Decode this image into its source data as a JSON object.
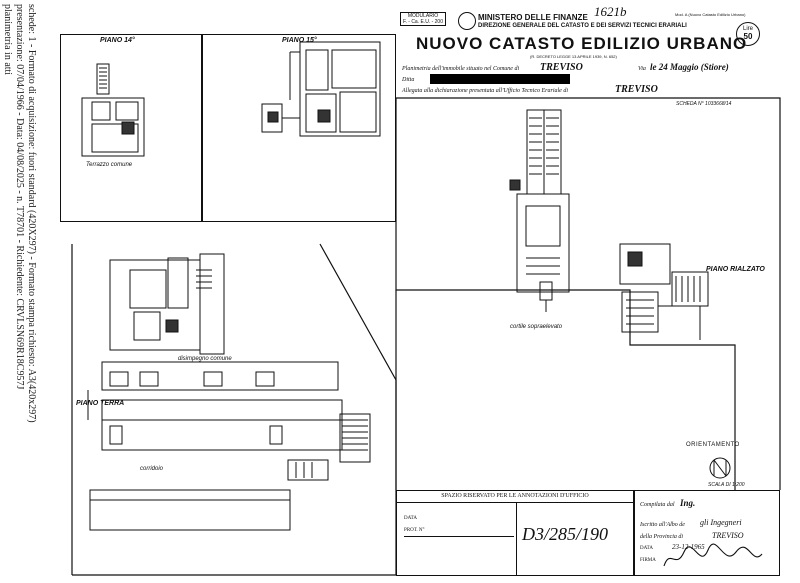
{
  "side_text": {
    "line1": "planimetria in atti",
    "line2": "presentazione: 07/04/1966 - Data: 04/08/2025 - n. T78701 - Richiedente: CRVLSN69R18C957J",
    "line3": "schede: 1 - Formato di acquisizione: fuori standard (420X297) - Formato stampa richiesto: A3(420x297)"
  },
  "header": {
    "stamp_top": "MODULARIO",
    "stamp_code": "F. - Ca. E.U. - 200",
    "ministry": "MINISTERO DELLE FINANZE",
    "direction": "DIREZIONE GENERALE DEL CATASTO E DEI SERVIZI TECNICI ERARIALI",
    "title": "NUOVO CATASTO EDILIZIO URBANO",
    "handwritten_number": "1621b",
    "model_note": "Mod. A (Nuovo Catasto Edilizio Urbano)",
    "price_top": "Lire",
    "price_value": "50",
    "decree_note": "(R. DECRETO LEGGE 13 APRILE 1939, N. 652)",
    "plan_label": "Planimetria dell'immobile situato nel Comune di",
    "comune": "TREVISO",
    "street_prefix": "Via",
    "street": "le 24 Maggio (Stiore)",
    "ditta_label": "Ditta",
    "office_label": "Allegata alla dichiarazione presentata all'Ufficio Tecnico Erariale di",
    "office_city": "TREVISO",
    "scheda": "SCHEDA N° 1033668/14"
  },
  "floors": {
    "piano_14": "PIANO 14°",
    "piano_15": "PIANO 15°",
    "piano_terra": "PIANO TERRA",
    "piano_rialzato": "PIANO RIALZATO",
    "terrazzo": "Terrazzo comune",
    "disimpegno": "disimpegno comune",
    "cortile": "cortile sopraelevato",
    "corridoio": "corridoio"
  },
  "orientation": {
    "label": "ORIENTAMENTO",
    "north": "N",
    "scale": "SCALA DI 1:200"
  },
  "office_box": {
    "title": "SPAZIO RISERVATO PER LE ANNOTAZIONI D'UFFICIO",
    "data_label": "DATA",
    "prot_label": "PROT. N°",
    "prot_number": "D3/285/190",
    "compiled_label": "Compilata dal",
    "compiled_by": "Ing.",
    "registered_text": "Iscritto all'Albo de",
    "registered_hand": "gli Ingegneri",
    "province_label": "della Provincia di",
    "province": "TREVISO",
    "date_label": "DATA",
    "date": "23-12-1965",
    "signature_label": "FIRMA"
  }
}
